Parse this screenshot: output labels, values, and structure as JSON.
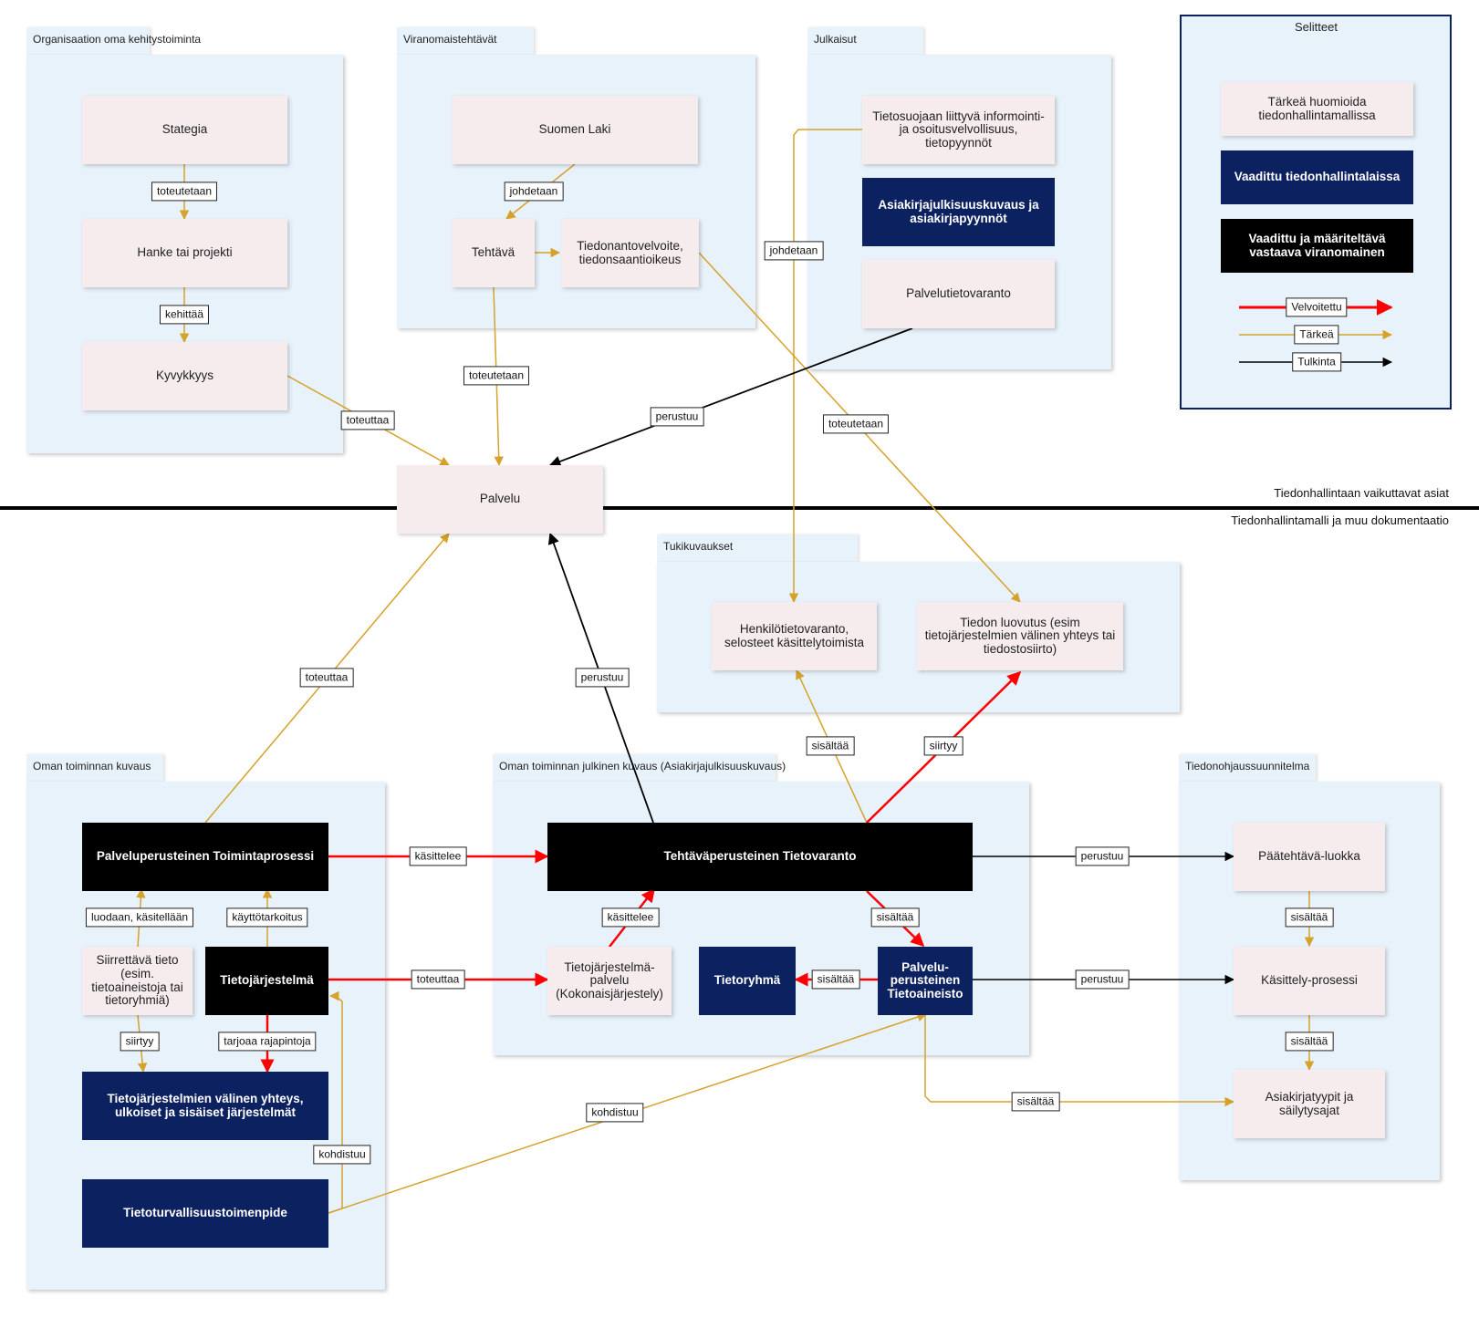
{
  "packages": {
    "org_dev": "Organisaation oma kehitystoiminta",
    "authority": "Viranomaistehtävät",
    "publications": "Julkaisut",
    "support": "Tukikuvaukset",
    "own_activity": "Oman toiminnan kuvaus",
    "own_public": "Oman toiminnan julkinen kuvaus (Asiakirjajulkisuuskuvaus)",
    "records_plan": "Tiedonohjaussuunnitelma"
  },
  "legend": {
    "title": "Selitteet",
    "pink_label": "Tärkeä huomioida tiedonhallintamallissa",
    "navy_label": "Vaadittu tiedonhallintalaissa",
    "black_label": "Vaadittu ja määriteltävä vastaava viranomainen",
    "red_line": "Velvoitettu",
    "gold_line": "Tärkeä",
    "black_line": "Tulkinta",
    "colors": {
      "red": "#ff0000",
      "gold": "#d6a22b",
      "black": "#000000",
      "navy": "#0b2160"
    }
  },
  "separator": {
    "above": "Tiedonhallintaan vaikuttavat asiat",
    "below": "Tiedonhallintamalli ja muu dokumentaatio"
  },
  "nodes": {
    "strategia": "Stategia",
    "hanke": "Hanke tai projekti",
    "kyvykkyys": "Kyvykkyys",
    "suomen_laki": "Suomen Laki",
    "tehtava": "Tehtävä",
    "tiedonanto": "Tiedonantovelvoite, tiedonsaantioikeus",
    "tietosuoja": "Tietosuojaan liittyvä informointi- ja osoitusvelvollisuus, tietopyynnöt",
    "asiakirjajulkisuus": "Asiakirjajulkisuuskuvaus ja asiakirjapyynnöt",
    "palvelutietovaranto": "Palvelutietovaranto",
    "palvelu": "Palvelu",
    "henkilotietovaranto": "Henkilötietovaranto, selosteet käsittelytoimista",
    "tiedon_luovutus": "Tiedon luovutus (esim tietojärjestelmien välinen yhteys tai tiedostosiirto)",
    "toimintaprosessi": "Palveluperusteinen Toimintaprosessi",
    "siirrettava": "Siirrettävä tieto (esim. tietoaineistoja tai tietoryhmiä)",
    "tietojarjestelma": "Tietojärjestelmä",
    "valinen_yhteys": "Tietojärjestelmien välinen yhteys, ulkoiset ja sisäiset järjestelmät",
    "tietoturva": "Tietoturvallisuustoimenpide",
    "tietovaranto": "Tehtäväperusteinen Tietovaranto",
    "tj_palvelu": "Tietojärjestelmä-palvelu (Kokonaisjärjestely)",
    "tietoryhma": "Tietoryhmä",
    "tietoaineisto": "Palvelu-perusteinen Tietoaineisto",
    "paatehtava": "Päätehtävä-luokka",
    "kasittely": "Käsittely-prosessi",
    "asiakirjatyypit": "Asiakirjatyypit ja säilytysajat"
  },
  "edge_labels": {
    "e1": "toteutetaan",
    "e2": "kehittää",
    "e3": "toteuttaa",
    "e4": "johdetaan",
    "e5": "toteutetaan",
    "e6": "johdetaan",
    "e7": "perustuu",
    "e8": "toteutetaan",
    "e9": "toteuttaa",
    "e10": "perustuu",
    "e11": "sisältää",
    "e12": "siirtyy",
    "e13": "käsittelee",
    "e14": "perustuu",
    "e15": "luodaan, käsitellään",
    "e16": "käyttötarkoitus",
    "e17": "käsittelee",
    "e18": "sisältää",
    "e19": "toteuttaa",
    "e20": "sisältää",
    "e21": "perustuu",
    "e22": "sisältää",
    "e23": "siirtyy",
    "e24": "tarjoaa rajapintoja",
    "e25": "kohdistuu",
    "e26": "kohdistuu",
    "e27": "sisältää",
    "e28": "sisältää"
  }
}
